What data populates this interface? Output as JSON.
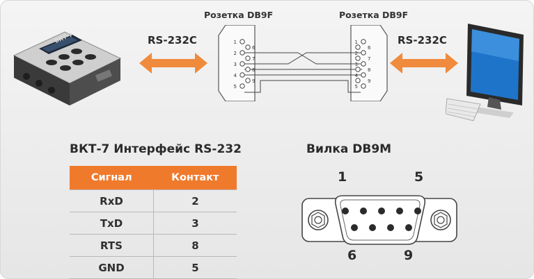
{
  "diagram": {
    "connector_left_label": "Розетка DB9F",
    "connector_right_label": "Розетка DB9F",
    "link_left_label": "RS-232C",
    "link_right_label": "RS-232C",
    "device_label": "ВКТ-7",
    "connector_pins": [
      "1",
      "2",
      "3",
      "4",
      "5",
      "6",
      "7",
      "8",
      "9"
    ],
    "plug_title": "Вилка DB9M",
    "plug_pin_labels": {
      "top_left": "1",
      "top_right": "5",
      "bottom_left": "6",
      "bottom_right": "9"
    }
  },
  "table": {
    "title": "ВКТ-7 Интерфейс RS-232",
    "headers": [
      "Сигнал",
      "Контакт"
    ],
    "rows": [
      [
        "RxD",
        "2"
      ],
      [
        "TxD",
        "3"
      ],
      [
        "RTS",
        "8"
      ],
      [
        "GND",
        "5"
      ]
    ]
  },
  "colors": {
    "accent": "#f07a2c",
    "arrow": "#f08a3c",
    "text": "#2b2b2b"
  }
}
